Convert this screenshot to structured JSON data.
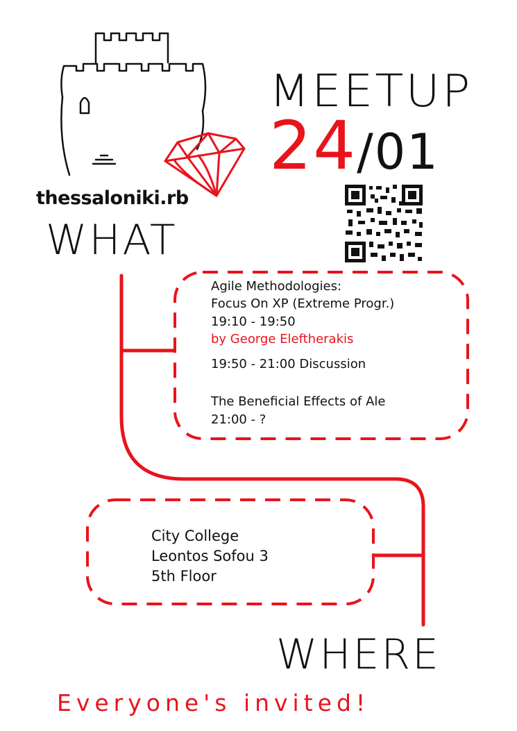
{
  "brand": {
    "name": "thessaloniki.rb"
  },
  "heading": {
    "meetup": "MEETUP",
    "day": "24",
    "month": "/01"
  },
  "sections": {
    "what": "WHAT",
    "where": "WHERE"
  },
  "talks": [
    "Agile Methodologies:",
    "Focus On XP (Extreme Progr.)",
    "19:10 - 19:50",
    "by George Eleftherakis",
    "19:50 - 21:00 Discussion",
    "The Beneficial Effects of Ale",
    "21:00 - ?"
  ],
  "venue": [
    "City College",
    "Leontos Sofou 3",
    "5th Floor"
  ],
  "tagline": "Everyone's invited!",
  "colors": {
    "accent": "#e8141b",
    "ink": "#111111"
  },
  "icons": [
    "castle-logo-icon",
    "ruby-gem-icon",
    "qr-code"
  ]
}
